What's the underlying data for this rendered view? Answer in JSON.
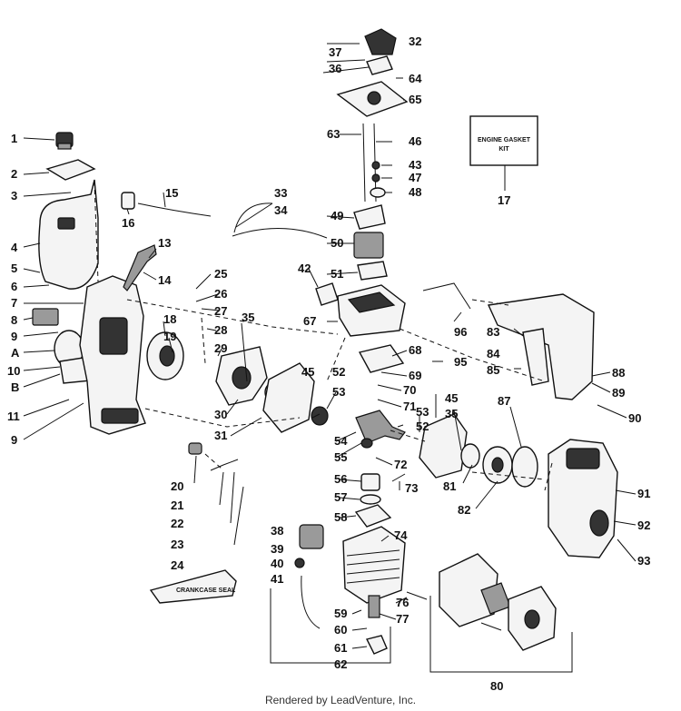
{
  "diagram": {
    "kit_label_line1": "ENGINE GASKET",
    "kit_label_line2": "KIT",
    "tube_label": "CRANKCASE SEAL",
    "footer": "Rendered by LeadVenture, Inc.",
    "callouts": [
      "1",
      "2",
      "3",
      "4",
      "5",
      "6",
      "7",
      "8",
      "9",
      "A",
      "10",
      "B",
      "11",
      "9",
      "13",
      "14",
      "15",
      "16",
      "17",
      "18",
      "19",
      "20",
      "21",
      "22",
      "23",
      "24",
      "25",
      "26",
      "27",
      "28",
      "29",
      "30",
      "31",
      "32",
      "33",
      "34",
      "35",
      "35",
      "36",
      "37",
      "38",
      "39",
      "40",
      "41",
      "42",
      "43",
      "45",
      "45",
      "46",
      "47",
      "48",
      "49",
      "50",
      "51",
      "52",
      "52",
      "53",
      "53",
      "54",
      "55",
      "56",
      "57",
      "58",
      "59",
      "60",
      "61",
      "62",
      "63",
      "64",
      "65",
      "67",
      "68",
      "69",
      "70",
      "71",
      "72",
      "73",
      "74",
      "76",
      "77",
      "80",
      "81",
      "82",
      "83",
      "84",
      "85",
      "87",
      "88",
      "89",
      "90",
      "91",
      "92",
      "93",
      "95",
      "96"
    ]
  }
}
